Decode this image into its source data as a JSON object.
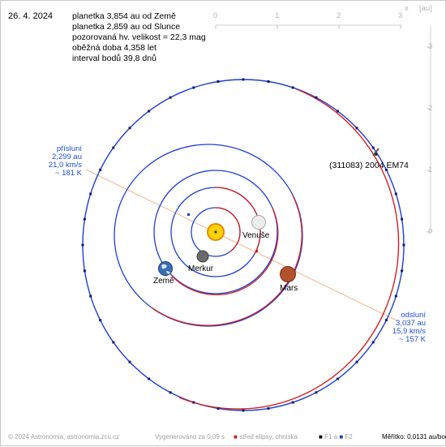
{
  "date": "26. 4. 2024",
  "info": [
    "planetka 3,854 au od Země",
    "planetka 2,859 au od Slunce",
    "pozorovaná hv. velikost = 22,3 mag",
    "oběžná doba 4,358 let",
    "interval bodů 39,8 dnů"
  ],
  "axes": {
    "x_ticks": [
      "0",
      "1",
      "2",
      "3"
    ],
    "y_ticks": [
      "0",
      "1",
      "2",
      "3"
    ],
    "x_label": "x",
    "unit": "[au]"
  },
  "perihelion": {
    "title": "přísluní",
    "distance": "2,299 au",
    "speed": "21,0 km/s",
    "temperature": "~ 181 K"
  },
  "aphelion": {
    "title": "odsluní",
    "distance": "3,037 au",
    "speed": "15,9 km/s",
    "temperature": "~ 157 K"
  },
  "labels": {
    "asteroid": "(311083) 2004 EM74",
    "venus": "Venuše",
    "mercury": "Merkur",
    "earth": "Země",
    "mars": "Mars"
  },
  "footer": {
    "copyright": "© 2024 Astronomia, astronomia.zcu.cz",
    "generated": "Vygenerováno za 0,09 s",
    "legend_center": "střed elipsy, ohniska",
    "legend_f1": "F1 a",
    "legend_f2": "F2",
    "scale": "Měřítko: 0,0131 au/bod"
  },
  "colors": {
    "orbit_blue": "#1e3fd0",
    "segment_red": "#d02020",
    "label_blue": "#1f4fd8",
    "apsidal_line": "#f2b58c"
  },
  "point_count": 40
}
